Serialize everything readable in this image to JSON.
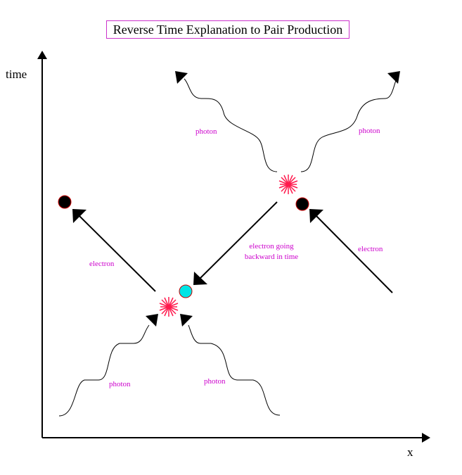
{
  "title": "Reverse Time Explanation to Pair Production",
  "axes": {
    "y_label": "time",
    "x_label": "x"
  },
  "labels": {
    "photon_top_left": "photon",
    "photon_top_right": "photon",
    "photon_bottom_left": "photon",
    "photon_bottom_right": "photon",
    "electron_left": "electron",
    "electron_right": "electron",
    "electron_backward_line1": "electron going",
    "electron_backward_line2": "backward in time"
  },
  "colors": {
    "label": "#cc00cc",
    "vertex": "#ff1a4d",
    "electron": "#000000",
    "electron_outline": "#cc0000",
    "positron": "#00e5e5",
    "positron_outline": "#cc0000"
  }
}
